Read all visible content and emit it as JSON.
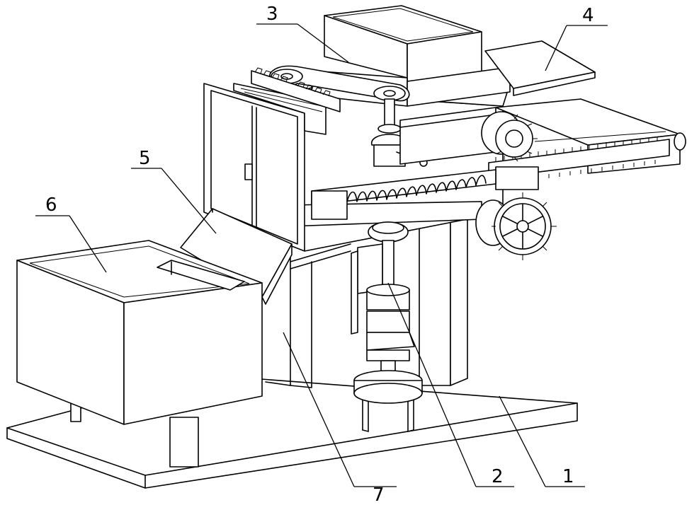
{
  "callouts": [
    {
      "id": "label-3",
      "text": "3"
    },
    {
      "id": "label-4",
      "text": "4"
    },
    {
      "id": "label-5",
      "text": "5"
    },
    {
      "id": "label-6",
      "text": "6"
    },
    {
      "id": "label-7",
      "text": "7"
    },
    {
      "id": "label-2",
      "text": "2"
    },
    {
      "id": "label-1",
      "text": "1"
    }
  ]
}
